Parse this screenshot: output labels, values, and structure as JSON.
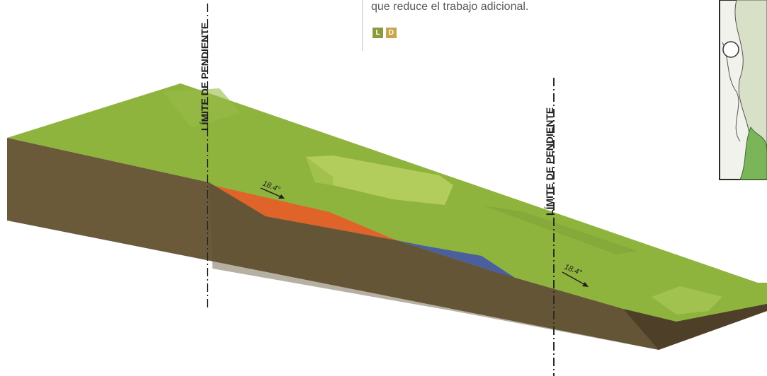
{
  "caption": {
    "text": "que reduce el trabajo adicional.",
    "badges": [
      {
        "label": "L",
        "color": "#8a9b3d"
      },
      {
        "label": "D",
        "color": "#c9a64b"
      }
    ]
  },
  "diagram": {
    "boundary_labels": [
      "LÍMITE DE PENDIENTE",
      "LÍMITE DE PENDIENTE"
    ],
    "angle_labels": [
      "18.4°",
      "18.4°"
    ],
    "colors": {
      "terrain_top": "#8fb43e",
      "terrain_light": "#b3cd5c",
      "soil_side": "#6a5a3a",
      "soil_dark": "#4e4028",
      "cut_fill_orange": "#e0632a",
      "cut_fill_blue": "#4b5f9e"
    }
  }
}
